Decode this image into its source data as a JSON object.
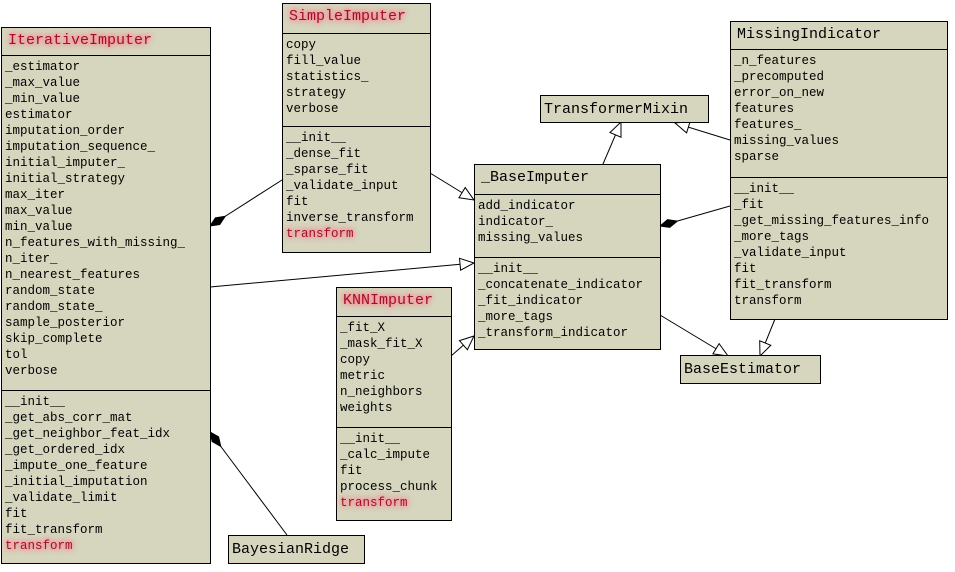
{
  "classes": {
    "iterative": {
      "name": "IterativeImputer",
      "attributes": [
        "_estimator",
        "_max_value",
        "_min_value",
        "estimator",
        "imputation_order",
        "imputation_sequence_",
        "initial_imputer_",
        "initial_strategy",
        "max_iter",
        "max_value",
        "min_value",
        "n_features_with_missing_",
        "n_iter_",
        "n_nearest_features",
        "random_state",
        "random_state_",
        "sample_posterior",
        "skip_complete",
        "tol",
        "verbose"
      ],
      "methods": [
        "__init__",
        "_get_abs_corr_mat",
        "_get_neighbor_feat_idx",
        "_get_ordered_idx",
        "_impute_one_feature",
        "_initial_imputation",
        "_validate_limit",
        "fit",
        "fit_transform",
        "transform"
      ]
    },
    "simple": {
      "name": "SimpleImputer",
      "attributes": [
        "copy",
        "fill_value",
        "statistics_",
        "strategy",
        "verbose"
      ],
      "methods": [
        "__init__",
        "_dense_fit",
        "_sparse_fit",
        "_validate_input",
        "fit",
        "inverse_transform",
        "transform"
      ]
    },
    "knn": {
      "name": "KNNImputer",
      "attributes": [
        "_fit_X",
        "_mask_fit_X",
        "copy",
        "metric",
        "n_neighbors",
        "weights"
      ],
      "methods": [
        "__init__",
        "_calc_impute",
        "fit",
        "process_chunk",
        "transform"
      ]
    },
    "base": {
      "name": "_BaseImputer",
      "attributes": [
        "add_indicator",
        "indicator_",
        "missing_values"
      ],
      "methods": [
        "__init__",
        "_concatenate_indicator",
        "_fit_indicator",
        "_more_tags",
        "_transform_indicator"
      ]
    },
    "missing": {
      "name": "MissingIndicator",
      "attributes": [
        "_n_features",
        "_precomputed",
        "error_on_new",
        "features",
        "features_",
        "missing_values",
        "sparse"
      ],
      "methods": [
        "__init__",
        "_fit",
        "_get_missing_features_info",
        "_more_tags",
        "_validate_input",
        "fit",
        "fit_transform",
        "transform"
      ]
    },
    "transformer_mixin": {
      "name": "TransformerMixin"
    },
    "base_estimator": {
      "name": "BaseEstimator"
    },
    "bayesian_ridge": {
      "name": "BayesianRidge"
    }
  },
  "colors": {
    "box_fill": "#d6d6bf",
    "highlight": "#ff6b7a"
  }
}
